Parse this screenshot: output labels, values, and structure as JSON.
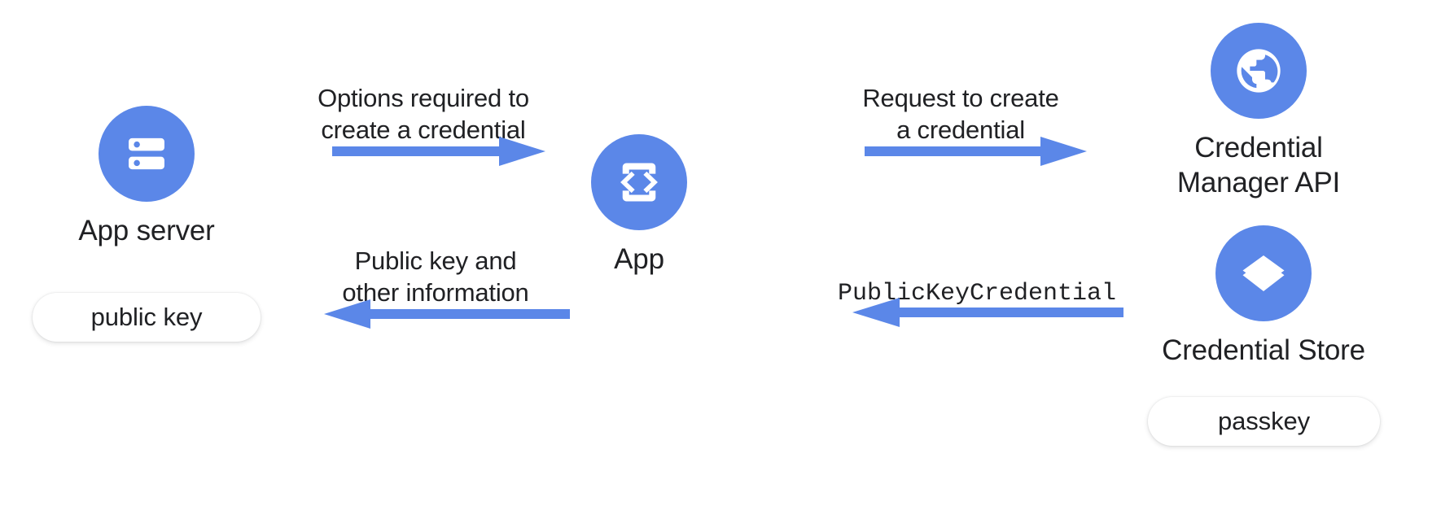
{
  "diagram": {
    "title": "Passkey creation flow",
    "accent_color": "#5b87e8",
    "text_color": "#202124",
    "background": "#ffffff"
  },
  "nodes": [
    {
      "id": "app-server",
      "label": "App server",
      "icon": "server-icon",
      "chip": "public key"
    },
    {
      "id": "app",
      "label": "App",
      "icon": "app-code-device-icon",
      "chip": null
    },
    {
      "id": "credential-manager-api",
      "label": "Credential\nManager API",
      "icon": "globe-public-icon",
      "chip": null
    },
    {
      "id": "credential-store",
      "label": "Credential Store",
      "icon": "layers-icon",
      "chip": "passkey"
    }
  ],
  "arrows": [
    {
      "id": "server-to-app",
      "caption": "Options required to\ncreate a credential",
      "direction": "right",
      "mono": false
    },
    {
      "id": "app-to-server",
      "caption": "Public key and\nother information",
      "direction": "left",
      "mono": false
    },
    {
      "id": "app-to-cm-api",
      "caption": "Request to create\na credential",
      "direction": "right",
      "mono": false
    },
    {
      "id": "store-to-app",
      "caption": "PublicKeyCredential",
      "direction": "left",
      "mono": true
    }
  ]
}
